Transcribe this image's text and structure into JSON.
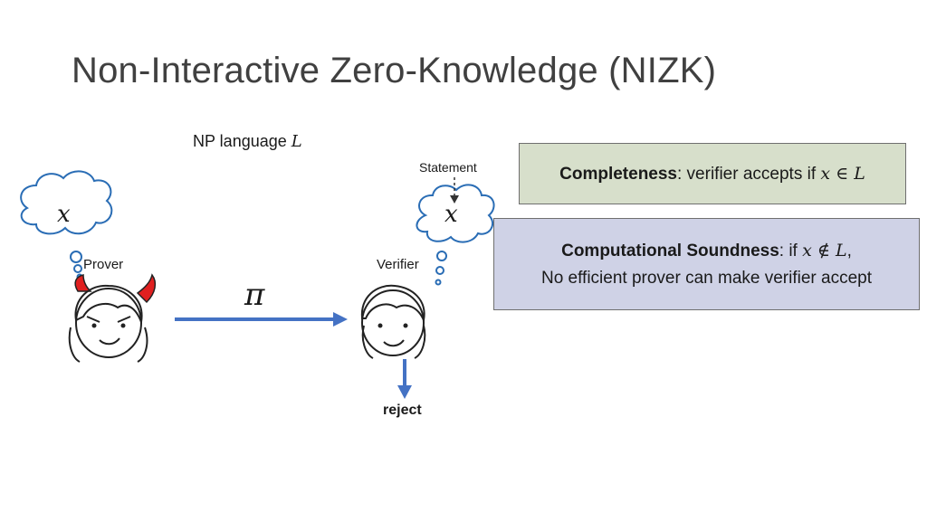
{
  "title": "Non-Interactive Zero-Knowledge (NIZK)",
  "np_language": {
    "text": "NP language ",
    "symbol": "L"
  },
  "prover": {
    "label": "Prover",
    "thought": "x"
  },
  "verifier": {
    "label": "Verifier",
    "thought": "x",
    "statement_label": "Statement"
  },
  "proof_symbol": "π",
  "output": "reject",
  "completeness": {
    "term": "Completeness",
    "text": ": verifier accepts if ",
    "math": "x ∈ L"
  },
  "soundness": {
    "term": "Computational Soundness",
    "text": ": if ",
    "math": "x ∉ L",
    "comma": ",",
    "line2": "No efficient prover can make verifier accept"
  },
  "colors": {
    "arrow": "#4472c4",
    "horns": "#e02020",
    "completeness_box": "#d7dfcb",
    "soundness_box": "#cfd2e6"
  }
}
